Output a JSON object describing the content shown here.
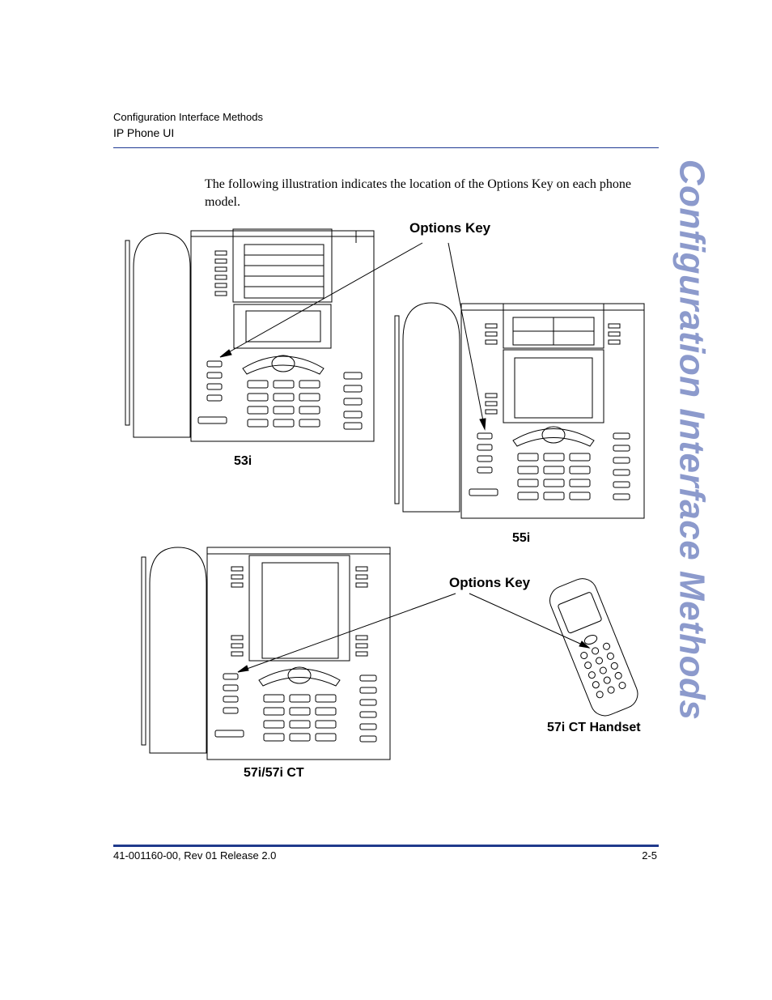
{
  "header": {
    "chapter": "Configuration Interface Methods",
    "section": "IP Phone UI"
  },
  "body_text": "The following illustration indicates the location of the Options Key on each phone model.",
  "side_title": "Configuration Interface Methods",
  "figure": {
    "callout_top": "Options Key",
    "callout_bottom": "Options Key",
    "labels": {
      "phone_53i": "53i",
      "phone_55i": "55i",
      "phone_57i": "57i/57i CT",
      "handset": "57i CT Handset"
    }
  },
  "footer": {
    "doc": "41-001160-00, Rev 01  Release 2.0",
    "page": "2-5"
  },
  "colors": {
    "rule": "#1f3a93",
    "side_title": "#8c9acc"
  }
}
